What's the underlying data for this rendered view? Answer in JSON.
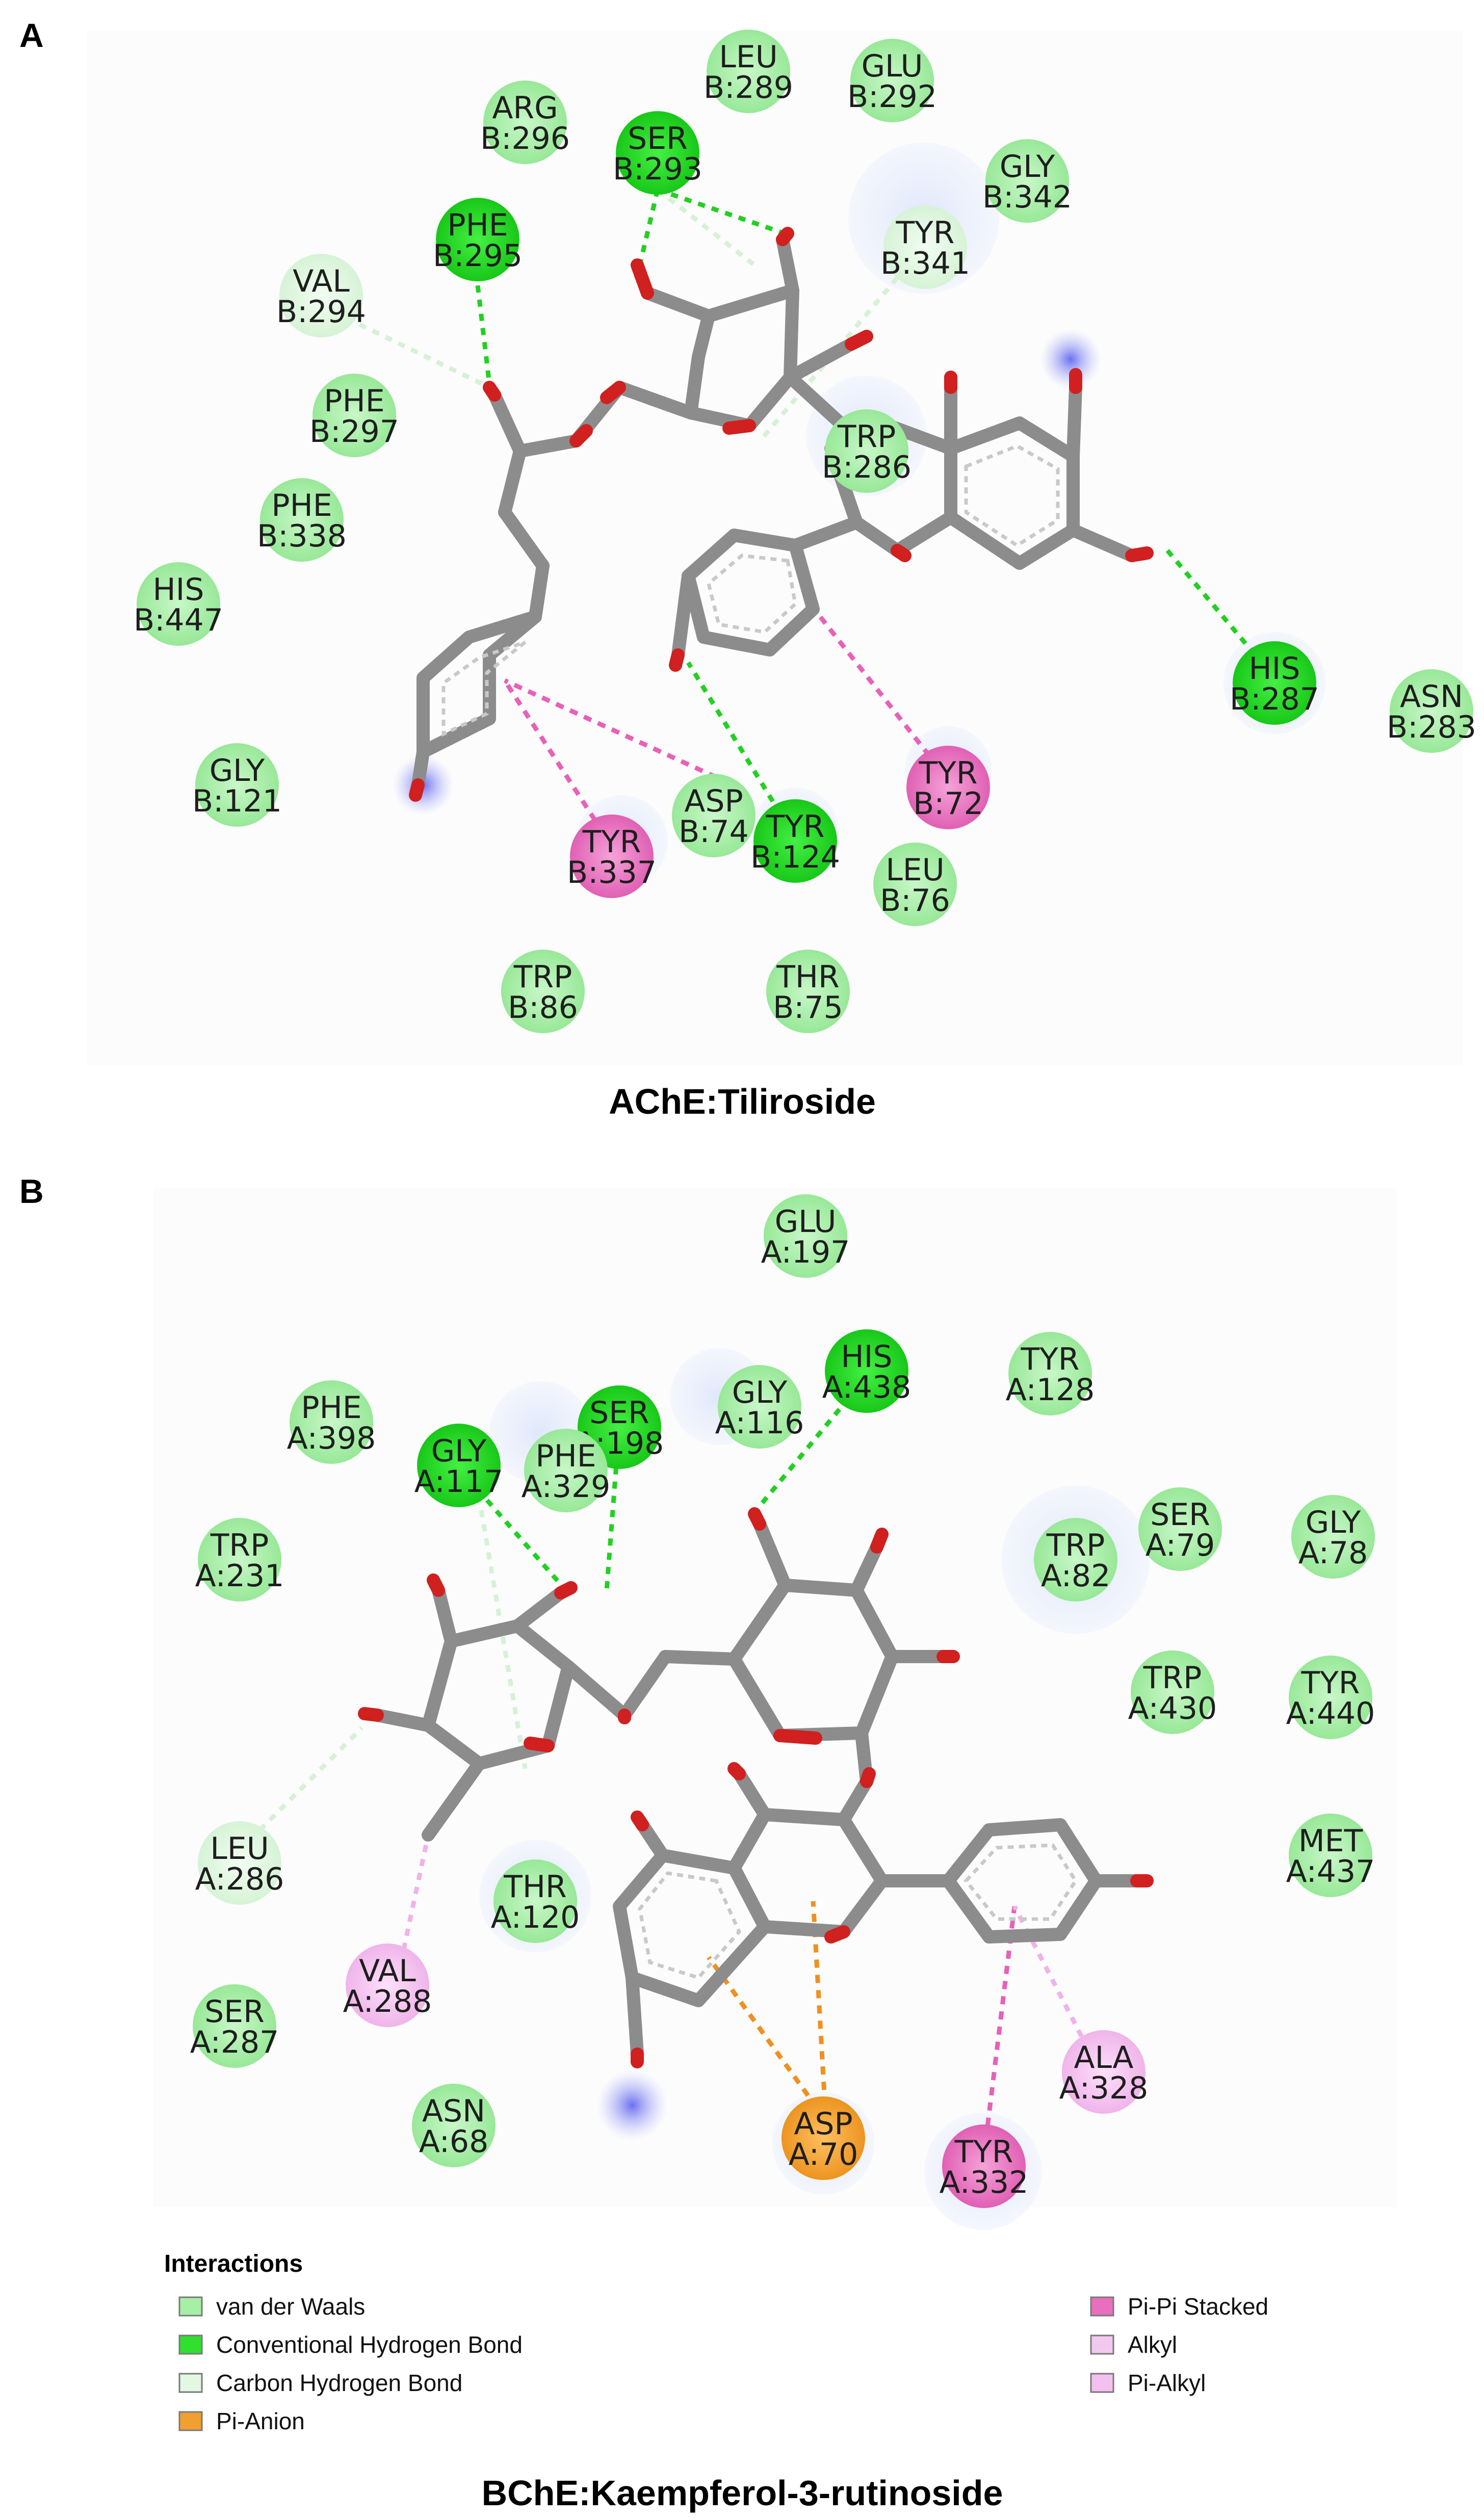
{
  "panels": [
    {
      "letter": "A",
      "title": "AChE:Tiliroside",
      "residues": [
        {
          "name": "LEU",
          "num": "B:289",
          "type": "vdw"
        },
        {
          "name": "GLU",
          "num": "B:292",
          "type": "vdw"
        },
        {
          "name": "ARG",
          "num": "B:296",
          "type": "vdw"
        },
        {
          "name": "SER",
          "num": "B:293",
          "type": "hbond"
        },
        {
          "name": "GLY",
          "num": "B:342",
          "type": "vdw"
        },
        {
          "name": "PHE",
          "num": "B:295",
          "type": "hbond"
        },
        {
          "name": "TYR",
          "num": "B:341",
          "type": "chbond"
        },
        {
          "name": "VAL",
          "num": "B:294",
          "type": "chbond"
        },
        {
          "name": "PHE",
          "num": "B:297",
          "type": "vdw"
        },
        {
          "name": "TRP",
          "num": "B:286",
          "type": "vdw"
        },
        {
          "name": "PHE",
          "num": "B:338",
          "type": "vdw"
        },
        {
          "name": "HIS",
          "num": "B:447",
          "type": "vdw"
        },
        {
          "name": "HIS",
          "num": "B:287",
          "type": "hbond"
        },
        {
          "name": "ASN",
          "num": "B:283",
          "type": "vdw"
        },
        {
          "name": "GLY",
          "num": "B:121",
          "type": "vdw"
        },
        {
          "name": "TYR",
          "num": "B:72",
          "type": "pipi"
        },
        {
          "name": "ASP",
          "num": "B:74",
          "type": "vdw"
        },
        {
          "name": "TYR",
          "num": "B:337",
          "type": "pipi"
        },
        {
          "name": "TYR",
          "num": "B:124",
          "type": "hbond"
        },
        {
          "name": "LEU",
          "num": "B:76",
          "type": "vdw"
        },
        {
          "name": "TRP",
          "num": "B:86",
          "type": "vdw"
        },
        {
          "name": "THR",
          "num": "B:75",
          "type": "vdw"
        }
      ]
    },
    {
      "letter": "B",
      "title": "BChE:Kaempferol-3-rutinoside",
      "residues": [
        {
          "name": "GLU",
          "num": "A:197",
          "type": "vdw"
        },
        {
          "name": "HIS",
          "num": "A:438",
          "type": "hbond"
        },
        {
          "name": "TYR",
          "num": "A:128",
          "type": "vdw"
        },
        {
          "name": "GLY",
          "num": "A:116",
          "type": "vdw"
        },
        {
          "name": "PHE",
          "num": "A:398",
          "type": "vdw"
        },
        {
          "name": "SER",
          "num": "A:198",
          "type": "hbond"
        },
        {
          "name": "GLY",
          "num": "A:117",
          "type": "hbond"
        },
        {
          "name": "PHE",
          "num": "A:329",
          "type": "vdw"
        },
        {
          "name": "SER",
          "num": "A:79",
          "type": "vdw"
        },
        {
          "name": "GLY",
          "num": "A:78",
          "type": "vdw"
        },
        {
          "name": "TRP",
          "num": "A:231",
          "type": "vdw"
        },
        {
          "name": "TRP",
          "num": "A:82",
          "type": "vdw"
        },
        {
          "name": "TRP",
          "num": "A:430",
          "type": "vdw"
        },
        {
          "name": "TYR",
          "num": "A:440",
          "type": "vdw"
        },
        {
          "name": "LEU",
          "num": "A:286",
          "type": "chbond"
        },
        {
          "name": "MET",
          "num": "A:437",
          "type": "vdw"
        },
        {
          "name": "THR",
          "num": "A:120",
          "type": "vdw"
        },
        {
          "name": "VAL",
          "num": "A:288",
          "type": "alkyl"
        },
        {
          "name": "SER",
          "num": "A:287",
          "type": "vdw"
        },
        {
          "name": "ALA",
          "num": "A:328",
          "type": "alkyl"
        },
        {
          "name": "ASN",
          "num": "A:68",
          "type": "vdw"
        },
        {
          "name": "ASP",
          "num": "A:70",
          "type": "pianion"
        },
        {
          "name": "TYR",
          "num": "A:332",
          "type": "pipi"
        }
      ]
    }
  ],
  "legend": {
    "heading": "Interactions",
    "items": [
      {
        "label": "van der Waals",
        "type": "vdw"
      },
      {
        "label": "Conventional Hydrogen Bond",
        "type": "hbond"
      },
      {
        "label": "Carbon Hydrogen Bond",
        "type": "chbond"
      },
      {
        "label": "Pi-Anion",
        "type": "pianion"
      },
      {
        "label": "Pi-Pi Stacked",
        "type": "pipi"
      },
      {
        "label": "Alkyl",
        "type": "alkylbox"
      },
      {
        "label": "Pi-Alkyl",
        "type": "alkyl"
      }
    ]
  },
  "colors": {
    "vdw": "#a7efa7",
    "hbond": "#2fe02f",
    "chbond": "#e3f8e3",
    "pipi": "#e86fbe",
    "pianion": "#f0a030",
    "alkyl": "#f4c0f0",
    "alkylbox": "#f3c8ef",
    "stick": "#8c8c8c",
    "oxygen": "#d02020"
  }
}
